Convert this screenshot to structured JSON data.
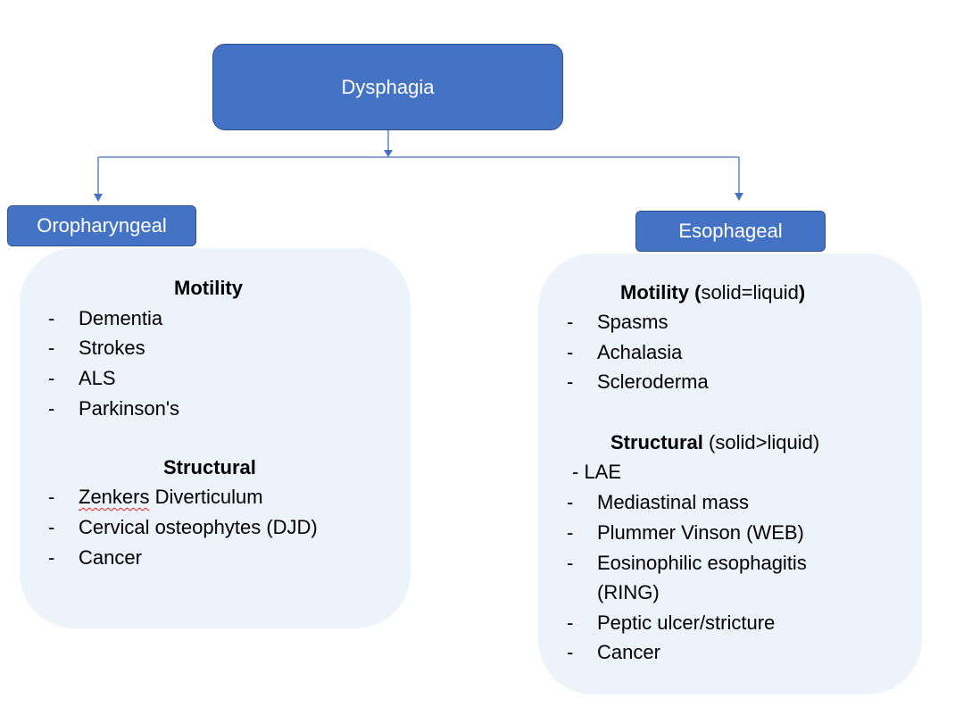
{
  "root": {
    "label": "Dysphagia"
  },
  "branches": [
    {
      "label": "Oropharyngeal",
      "sections": [
        {
          "heading": "Motility",
          "qualifier": "",
          "items": [
            "Dementia",
            "Strokes",
            "ALS",
            "Parkinson's"
          ]
        },
        {
          "heading": "Structural",
          "qualifier": "",
          "items": [
            "Zenkers",
            "Cervical osteophytes (DJD)",
            "Cancer"
          ],
          "first_item_suffix": " Diverticulum"
        }
      ]
    },
    {
      "label": "Esophageal",
      "sections": [
        {
          "heading": "Motility (",
          "qualifier": "solid=liquid",
          "heading_close": ")",
          "items": [
            "Spasms",
            "Achalasia",
            "Scleroderma"
          ]
        },
        {
          "heading": "Structural",
          "qualifier": " (solid>liquid)",
          "lead_item": "- LAE",
          "items": [
            "Mediastinal mass",
            "Plummer Vinson (WEB)",
            "Eosinophilic esophagitis",
            "(RING)",
            "Peptic ulcer/stricture",
            "Cancer"
          ]
        }
      ]
    }
  ],
  "colors": {
    "node_fill": "#4472c4",
    "node_border": "#2f528f",
    "panel_fill": "#edf3fa",
    "connector": "#4472c4"
  },
  "bullet": "-"
}
